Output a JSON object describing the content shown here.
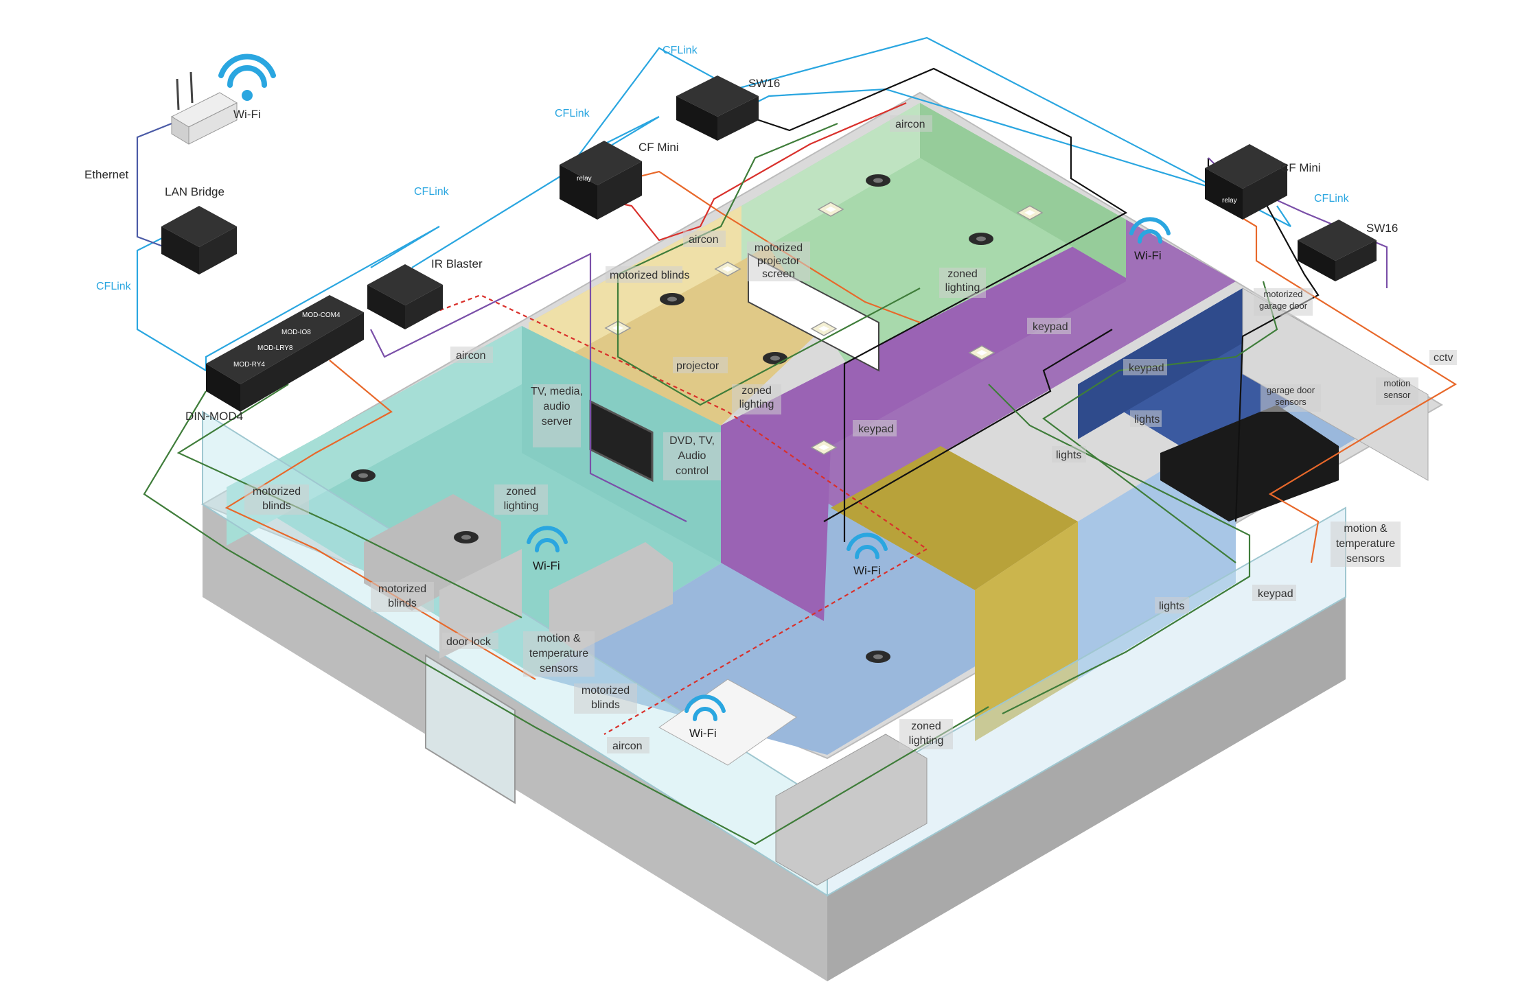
{
  "devices": {
    "wifi_router": "Wi-Fi",
    "ethernet": "Ethernet",
    "lan_bridge": "LAN Bridge",
    "ir_blaster": "IR Blaster",
    "din_mod4": "DIN-MOD4",
    "mod_com4": "MOD-COM4",
    "mod_io8": "MOD-IO8",
    "mod_lry8": "MOD-LRY8",
    "mod_ry4": "MOD-RY4",
    "cf_mini_1": "CF Mini",
    "cf_mini_2": "CF Mini",
    "sw16_1": "SW16",
    "sw16_2": "SW16",
    "relay": "relay"
  },
  "links": {
    "cflink_1": "CFLink",
    "cflink_2": "CFLink",
    "cflink_3": "CFLink",
    "cflink_4": "CFLink",
    "cflink_5": "CFLink"
  },
  "wifi": [
    "Wi-Fi",
    "Wi-Fi",
    "Wi-Fi",
    "Wi-Fi",
    "Wi-Fi"
  ],
  "rooms": {
    "aircon_top": "aircon",
    "aircon_media": "aircon",
    "aircon_living": "aircon",
    "aircon_dining": "aircon",
    "blinds_media": "motorized blinds",
    "projector_screen": "motorized projector screen",
    "zoned_lighting_top": "zoned lighting",
    "projector": "projector",
    "zoned_lighting_media": "zoned lighting",
    "keypad_1": "keypad",
    "keypad_2": "keypad",
    "keypad_3": "keypad",
    "keypad_4": "keypad",
    "garage_door": "motorized garage door",
    "garage_sensors": "garage door sensors",
    "cctv": "cctv",
    "motion_sensor": "motion sensor",
    "lights_garage": "lights",
    "lights_hall": "lights",
    "lights_bed": "lights",
    "tv_server": "TV, media, audio server",
    "dvd_control": "DVD, TV, Audio control",
    "blinds_living_1": "motorized blinds",
    "zoned_lighting_living": "zoned lighting",
    "blinds_living_2": "motorized blinds",
    "door_lock": "door lock",
    "motion_temp_1": "motion & temperature sensors",
    "blinds_dining": "motorized blinds",
    "zoned_lighting_kitchen": "zoned lighting",
    "motion_temp_2": "motion & temperature sensors"
  },
  "colors": {
    "cflink": "#2aa6e0",
    "green_wire": "#3f7d3a",
    "orange_wire": "#e8682a",
    "purple_wire": "#7a4fa8",
    "red_wire": "#d9302b",
    "black_wire": "#111111",
    "living": "#8fd3c9",
    "media": "#e0c987",
    "top_room": "#a8d9ac",
    "hall": "#a070b8",
    "garage": "#3b5aa0",
    "dining": "#9ab8dc"
  }
}
